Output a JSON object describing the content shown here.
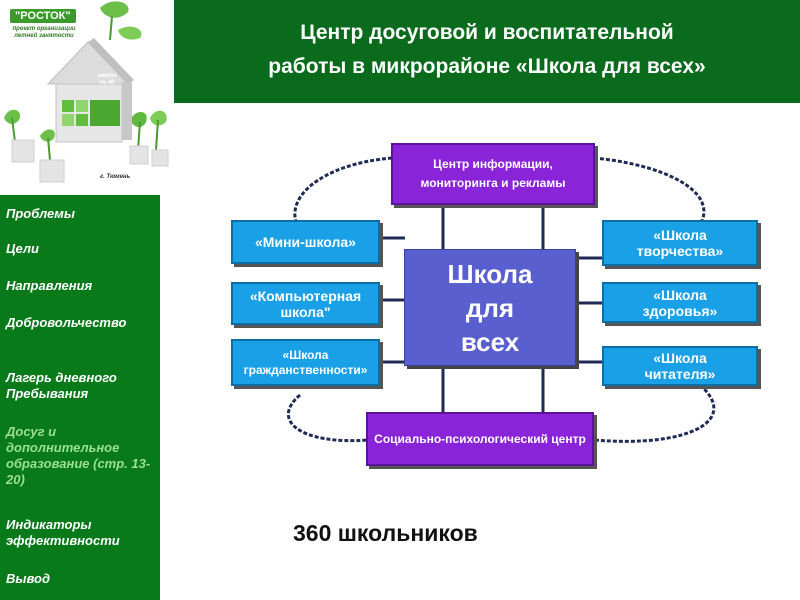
{
  "logo": {
    "title": "\"РОСТОК\"",
    "subtitle": "проект организации летней занятости",
    "school_label": "школа № 40",
    "city": "г. Тюмень"
  },
  "header": {
    "title_line1": "Центр досуговой и воспитательной",
    "title_line2": "работы в микрорайоне «Школа для всех»"
  },
  "sidebar": {
    "items": [
      {
        "label": "Проблемы"
      },
      {
        "label": "Цели"
      },
      {
        "label": "Направления"
      },
      {
        "label": "Добровольчество"
      },
      {
        "label": "Лагерь дневного Пребывания"
      },
      {
        "label": "Досуг и дополнительное  образование (стр. 13-20)"
      },
      {
        "label": "Индикаторы эффективности"
      },
      {
        "label": "Вывод"
      }
    ]
  },
  "diagram": {
    "center": "Школа для всех",
    "top": "Центр информации, мониторинга и рекламы",
    "bottom": "Социально-психологический центр",
    "left": [
      "«Мини-школа»",
      "«Компьютерная школа\"",
      "«Школа гражданственности»"
    ],
    "right": [
      "«Школа творчества»",
      "«Школа здоровья»",
      "«Школа читателя»"
    ]
  },
  "count_text": "360 школьников",
  "colors": {
    "header_bg": "#0b6b1c",
    "sidebar_bg": "#087a1a",
    "blue_node": "#1aa0e6",
    "purple_node": "#8a24d9",
    "center_node": "#5a5fcf"
  }
}
